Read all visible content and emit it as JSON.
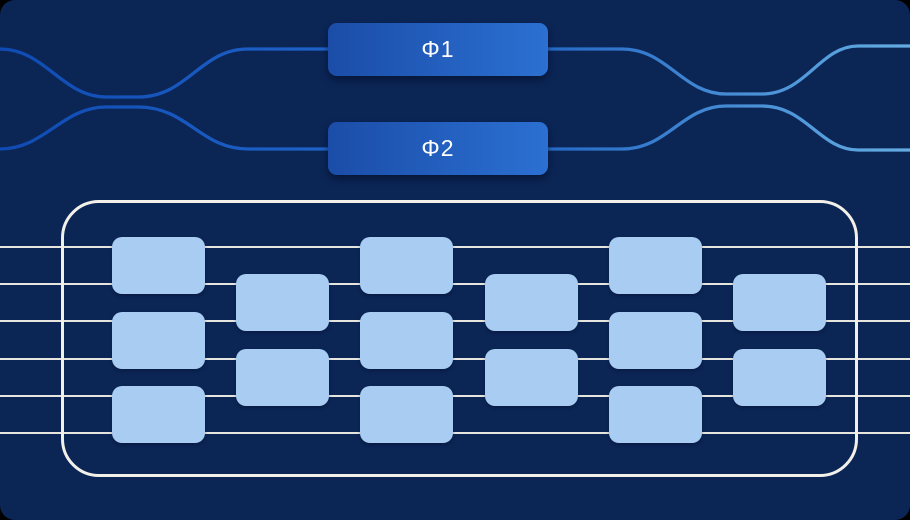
{
  "diagram": {
    "type_hint": "photonic-circuit-schematic",
    "phase_shifters": [
      {
        "label": "Φ1"
      },
      {
        "label": "Φ2"
      }
    ],
    "interferometer": {
      "input_waveguides": 2,
      "couplers": 2
    },
    "mesh": {
      "mode_lines": 6,
      "block_count": 15,
      "columns": [
        {
          "blocks_span_lines": [
            [
              1,
              2
            ],
            [
              3,
              4
            ],
            [
              5,
              6
            ]
          ]
        },
        {
          "blocks_span_lines": [
            [
              2,
              3
            ],
            [
              4,
              5
            ]
          ]
        },
        {
          "blocks_span_lines": [
            [
              1,
              2
            ],
            [
              3,
              4
            ],
            [
              5,
              6
            ]
          ]
        },
        {
          "blocks_span_lines": [
            [
              2,
              3
            ],
            [
              4,
              5
            ]
          ]
        },
        {
          "blocks_span_lines": [
            [
              1,
              2
            ],
            [
              3,
              4
            ],
            [
              5,
              6
            ]
          ]
        },
        {
          "blocks_span_lines": [
            [
              2,
              3
            ],
            [
              4,
              5
            ]
          ]
        }
      ]
    },
    "colors": {
      "background": "#0b2555",
      "waveguide_left_start": "#0f4bb2",
      "waveguide_left_end": "#1e62c8",
      "waveguide_right_start": "#2569c6",
      "waveguide_right_end": "#64ade2",
      "phase_box_gradient_start": "#1b4da8",
      "phase_box_gradient_end": "#2b70d2",
      "phase_label_text": "#ffffff",
      "mesh_mode_line": "#e7e5e0",
      "mesh_border": "#f3f0e9",
      "mzi_block_fill": "#a9ccf2"
    }
  }
}
